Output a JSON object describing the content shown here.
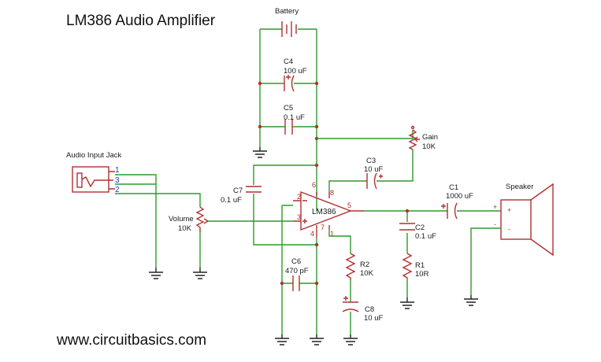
{
  "title": "LM386 Audio Amplifier",
  "website": "www.circuitbasics.com",
  "components": {
    "battery": {
      "label": "Battery"
    },
    "c4": {
      "ref": "C4",
      "value": "100 uF"
    },
    "c5": {
      "ref": "C5",
      "value": "0.1 uF"
    },
    "gain": {
      "ref": "Gain",
      "value": "10K"
    },
    "c3": {
      "ref": "C3",
      "value": "10 uF"
    },
    "jack": {
      "label": "Audio Input Jack",
      "pins": [
        "1",
        "3",
        "2"
      ]
    },
    "c7": {
      "ref": "C7",
      "value": "0.1 uF"
    },
    "volume": {
      "ref": "Volume",
      "value": "10K"
    },
    "ic": {
      "label": "LM386",
      "pins": [
        "6",
        "8",
        "2",
        "3",
        "5",
        "4",
        "7",
        "1"
      ]
    },
    "c1": {
      "ref": "C1",
      "value": "1000 uF"
    },
    "speaker": {
      "label": "Speaker",
      "plus": "+",
      "minus": "-"
    },
    "c2": {
      "ref": "C2",
      "value": "0.1 uF"
    },
    "r1": {
      "ref": "R1",
      "value": "10R"
    },
    "c6": {
      "ref": "C6",
      "value": "470 pF"
    },
    "r2": {
      "ref": "R2",
      "value": "10K"
    },
    "c8": {
      "ref": "C8",
      "value": "10 uF"
    }
  }
}
